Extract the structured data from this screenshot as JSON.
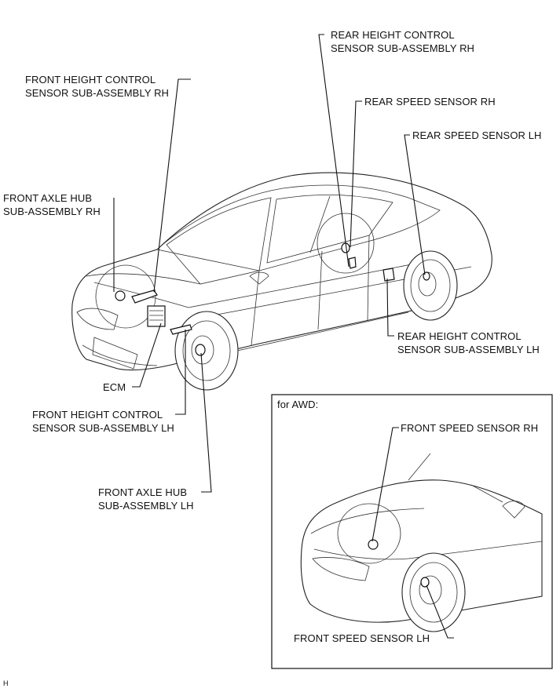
{
  "labels": {
    "front_height_rh_1": "FRONT HEIGHT CONTROL",
    "front_height_rh_2": "SENSOR SUB-ASSEMBLY RH",
    "front_axle_rh_1": "FRONT AXLE HUB",
    "front_axle_rh_2": "SUB-ASSEMBLY RH",
    "ecm": "ECM",
    "front_height_lh_1": "FRONT HEIGHT CONTROL",
    "front_height_lh_2": "SENSOR SUB-ASSEMBLY LH",
    "front_axle_lh_1": "FRONT AXLE HUB",
    "front_axle_lh_2": "SUB-ASSEMBLY LH",
    "rear_height_rh_1": "REAR HEIGHT CONTROL",
    "rear_height_rh_2": "SENSOR SUB-ASSEMBLY RH",
    "rear_speed_rh": "REAR SPEED SENSOR RH",
    "rear_speed_lh": "REAR SPEED SENSOR LH",
    "rear_height_lh_1": "REAR HEIGHT CONTROL",
    "rear_height_lh_2": "SENSOR SUB-ASSEMBLY LH"
  },
  "awd_inset": {
    "title": "for AWD:",
    "front_speed_rh": "FRONT SPEED SENSOR RH",
    "front_speed_lh": "FRONT SPEED SENSOR LH"
  },
  "footer": "H"
}
